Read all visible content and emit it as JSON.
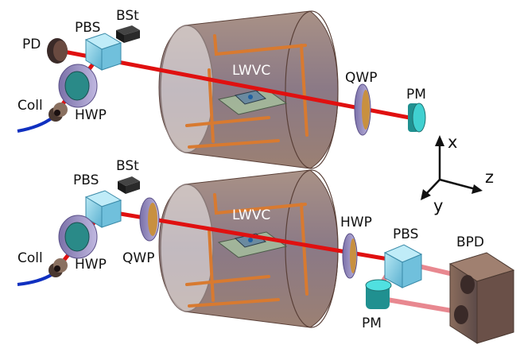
{
  "top": {
    "PD": "PD",
    "PBS": "PBS",
    "BSt": "BSt",
    "Coll": "Coll",
    "HWP": "HWP",
    "LWVC": "LWVC",
    "QWP": "QWP",
    "PM": "PM"
  },
  "bottom": {
    "PBS": "PBS",
    "BSt": "BSt",
    "Coll": "Coll",
    "HWP": "HWP",
    "QWP": "QWP",
    "LWVC": "LWVC",
    "HWP2": "HWP",
    "PBS2": "PBS",
    "BPD": "BPD",
    "PM": "PM"
  },
  "axes": {
    "x": "x",
    "y": "y",
    "z": "z"
  },
  "colors": {
    "beam": "#e01010",
    "beam_split": "#e88890",
    "fiber": "#1030c0",
    "chamber": "#8a6a5a",
    "cube": "#8fd0e8",
    "optic_rim": "#9a8ac8",
    "optic_face": "#c89040",
    "pm": "#30c0c0",
    "bpd": "#7a6050",
    "coil": "#d87a30"
  }
}
